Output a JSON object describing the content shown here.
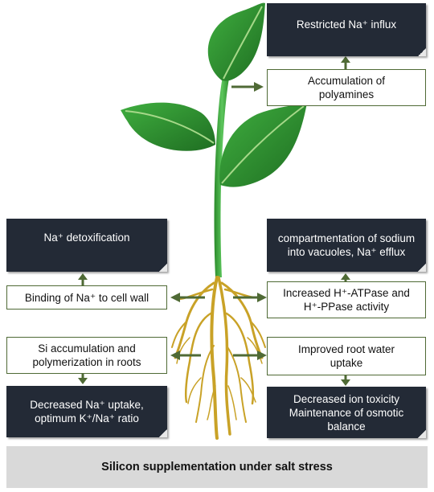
{
  "boxes": {
    "restricted_na_influx": "Restricted Na⁺ influx",
    "accumulation_polyamines": "Accumulation of polyamines",
    "na_detoxification": "Na⁺ detoxification",
    "compartmentation": "compartmentation of sodium into vacuoles, Na⁺ efflux",
    "binding_na_cell_wall": "Binding of Na⁺ to cell wall",
    "increased_atpase": "Increased H⁺-ATPase and H⁺-PPase activity",
    "si_accumulation": "Si accumulation and polymerization in roots",
    "improved_root_water": "Improved root water uptake",
    "decreased_na_uptake": "Decreased Na⁺ uptake, optimum K⁺/Na⁺ ratio",
    "decreased_ion_toxicity": "Decreased ion toxicity Maintenance of osmotic balance"
  },
  "footer": "Silicon supplementation under salt stress",
  "colors": {
    "dark_box": "#232a36",
    "arrow": "#4f6a35",
    "leaf": "#2e8b2e",
    "root": "#c9a227",
    "footer_bg": "#d9d9d9"
  }
}
